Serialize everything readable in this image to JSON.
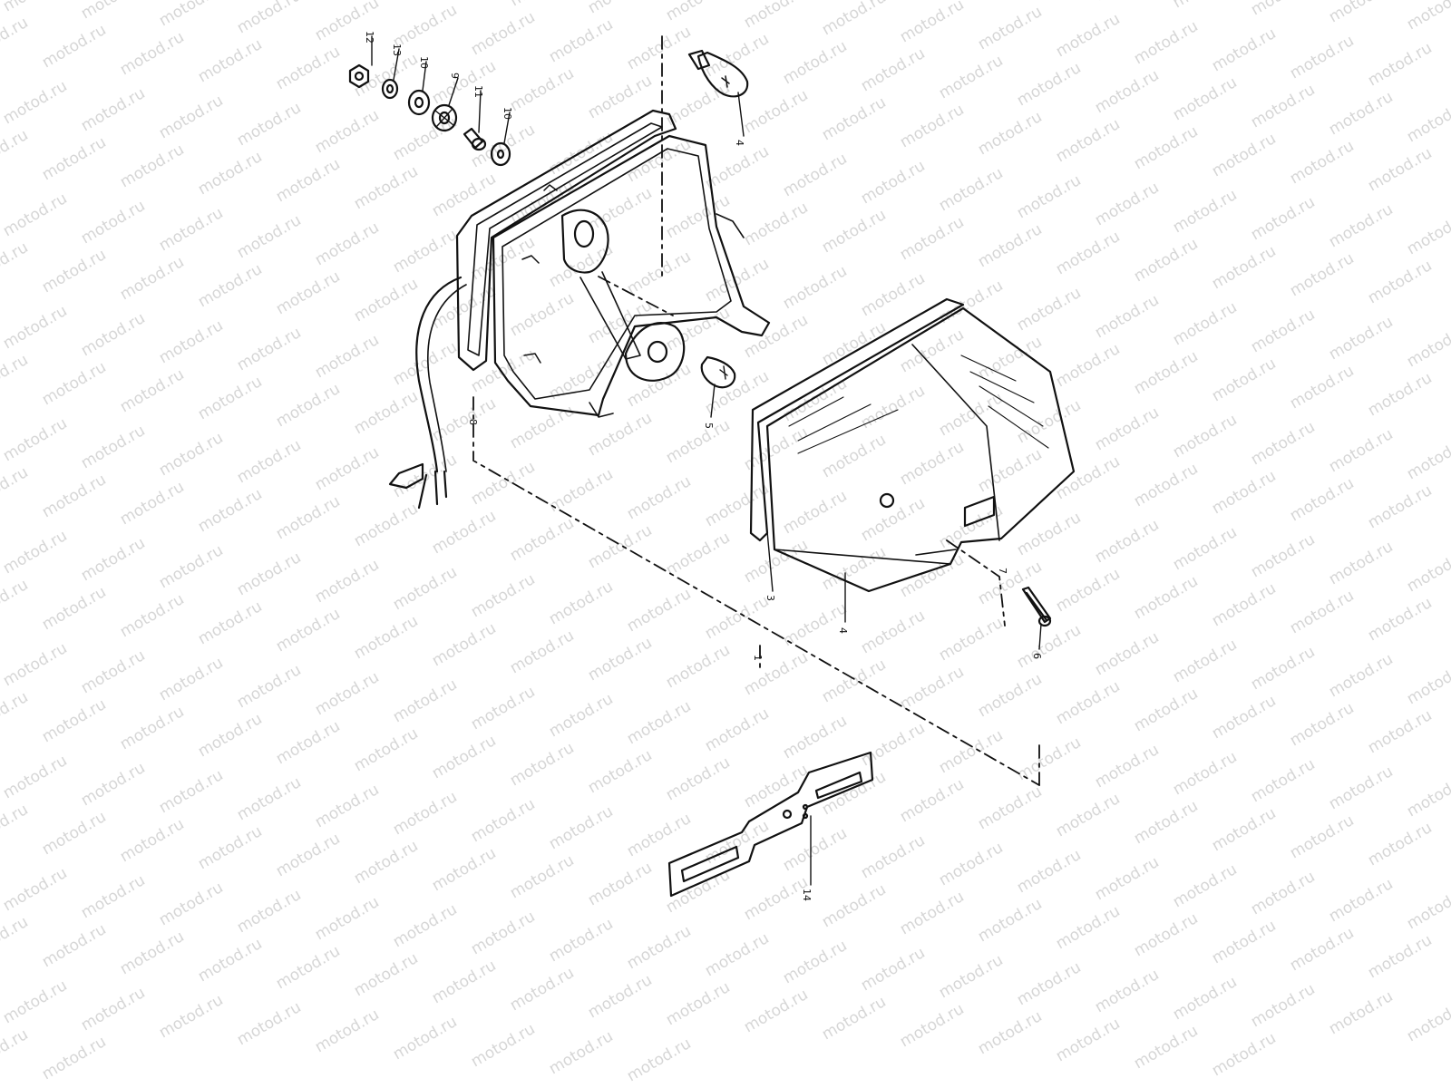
{
  "watermark": "motod.ru",
  "callouts": [
    {
      "id": "12",
      "label": "12"
    },
    {
      "id": "13",
      "label": "13"
    },
    {
      "id": "10a",
      "label": "10"
    },
    {
      "id": "9",
      "label": "9"
    },
    {
      "id": "11",
      "label": "11"
    },
    {
      "id": "10b",
      "label": "10"
    },
    {
      "id": "4a",
      "label": "4"
    },
    {
      "id": "5",
      "label": "5"
    },
    {
      "id": "8",
      "label": "8"
    },
    {
      "id": "3",
      "label": "3"
    },
    {
      "id": "4b",
      "label": "4"
    },
    {
      "id": "7",
      "label": "7"
    },
    {
      "id": "6",
      "label": "6"
    },
    {
      "id": "1",
      "label": "1"
    },
    {
      "id": "14",
      "label": "14"
    }
  ],
  "colors": {
    "ink": "#111111",
    "watermark": "#d6d6d6",
    "background": "#ffffff"
  }
}
